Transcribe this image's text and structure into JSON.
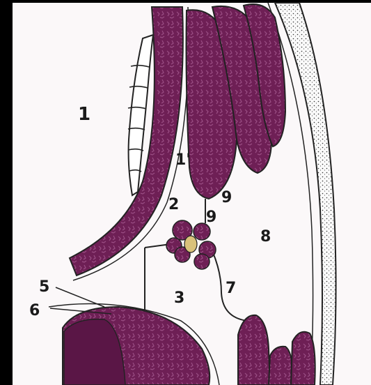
{
  "labels": {
    "l1": "1",
    "l1p": "1'",
    "l2": "2",
    "l3": "3",
    "l5": "5",
    "l6": "6",
    "l7": "7",
    "l8": "8",
    "l9a": "9",
    "l9b": "9"
  },
  "colors": {
    "tissue": "#6e1f55",
    "tissue_light": "#8a3a72",
    "background": "#fbf8f9",
    "outline": "#222222",
    "core": "#d9c27a"
  }
}
